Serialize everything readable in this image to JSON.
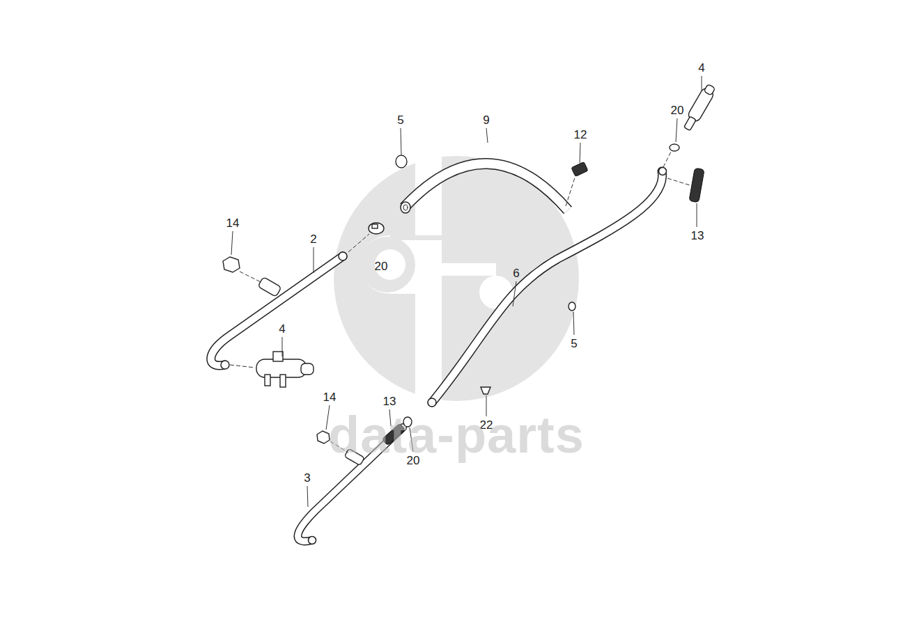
{
  "diagram": {
    "labels": [
      "4",
      "20",
      "5",
      "9",
      "12",
      "13",
      "14",
      "2",
      "20",
      "6",
      "4",
      "5",
      "14",
      "13",
      "22",
      "20",
      "3",
      "data-parts"
    ]
  }
}
